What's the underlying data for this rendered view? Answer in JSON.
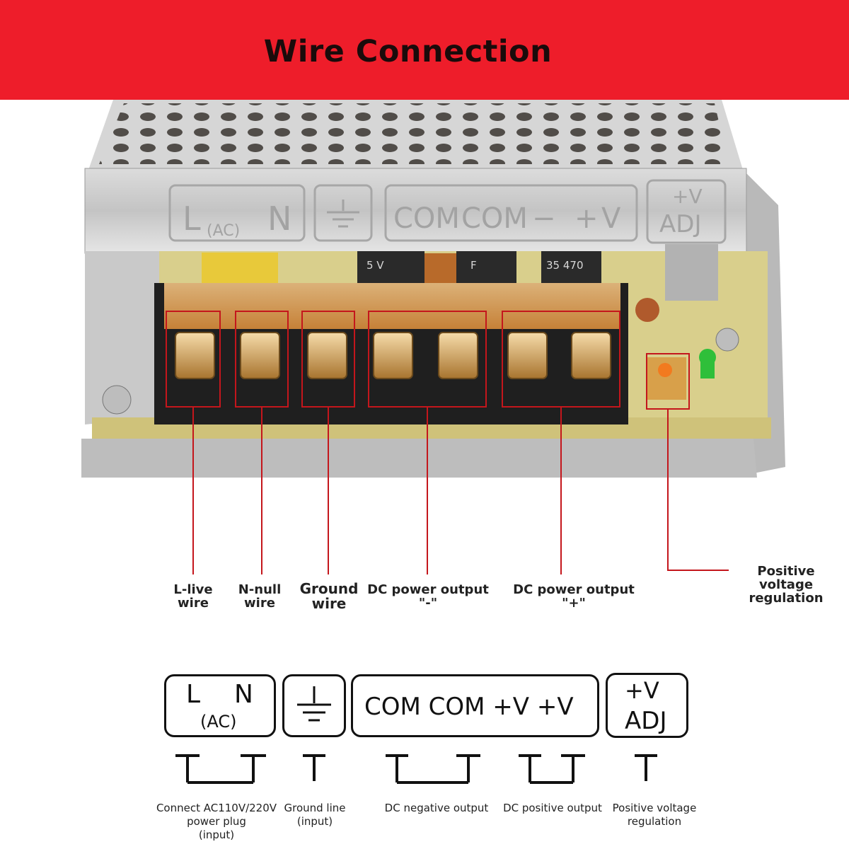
{
  "header": {
    "title": "Wire Connection"
  },
  "panel_silkscreen": {
    "l": "L",
    "ac": "(AC)",
    "n": "N",
    "com1": "COM",
    "com2": "COM",
    "minus": "−",
    "plus": "+",
    "v": "V",
    "adj_v": "+V",
    "adj": "ADJ"
  },
  "capacitors": {
    "c1": "5 V",
    "c2": "F",
    "c3": "35 470"
  },
  "terminal_labels": {
    "live": [
      "L-live",
      "wire"
    ],
    "neutral": [
      "N-null",
      "wire"
    ],
    "ground": [
      "Ground",
      "wire"
    ],
    "dc_minus": "DC power output \"-\"",
    "dc_plus": "DC power output \"+\"",
    "adjust": [
      "Positive voltage",
      "regulation"
    ]
  },
  "schematic": {
    "l": "L",
    "n": "N",
    "ac": "(AC)",
    "com_row": "COM COM +V +V",
    "adj_v": "+V",
    "adj": "ADJ"
  },
  "captions": {
    "ac": [
      "Connect AC110V/220V",
      "power plug",
      "(input)"
    ],
    "ground": [
      "Ground line",
      "(input)"
    ],
    "dc_negative": "DC negative output",
    "dc_positive": "DC positive output",
    "adjust": [
      "Positive voltage",
      "regulation"
    ]
  },
  "colors": {
    "banner": "#ee1d2a",
    "callout": "#c4161c",
    "terminal_amber": "#e8a64a"
  }
}
